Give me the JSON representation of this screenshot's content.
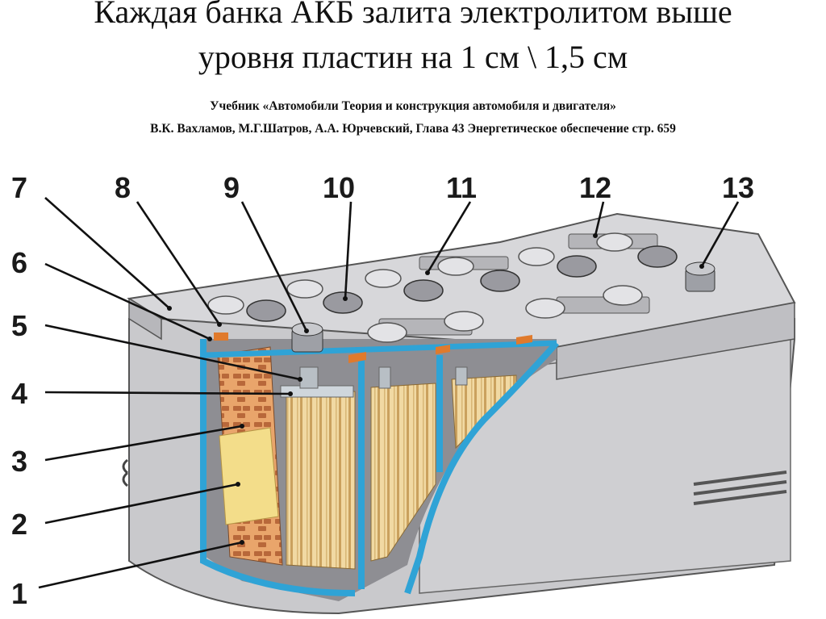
{
  "title": {
    "line1": "Каждая банка АКБ залита электролитом выше",
    "line2": "уровня пластин на 1 см \\ 1,5 см"
  },
  "source": {
    "line1": "Учебник «Автомобили Теория и конструкция автомобиля и двигателя»",
    "line2": "В.К. Вахламов, М.Г.Шатров, А.А. Юрчевский,  Глава 43 Энергетическое обеспечение стр. 659"
  },
  "callouts": [
    "1",
    "2",
    "3",
    "4",
    "5",
    "6",
    "7",
    "8",
    "9",
    "10",
    "11",
    "12",
    "13"
  ],
  "colors": {
    "case_gray": "#c9c9cc",
    "electrolyte_blue": "#2fa3d6",
    "plate_orange": "#e7a870",
    "plate_yellow": "#f3dd8a",
    "seal_orange": "#e07a2c"
  }
}
